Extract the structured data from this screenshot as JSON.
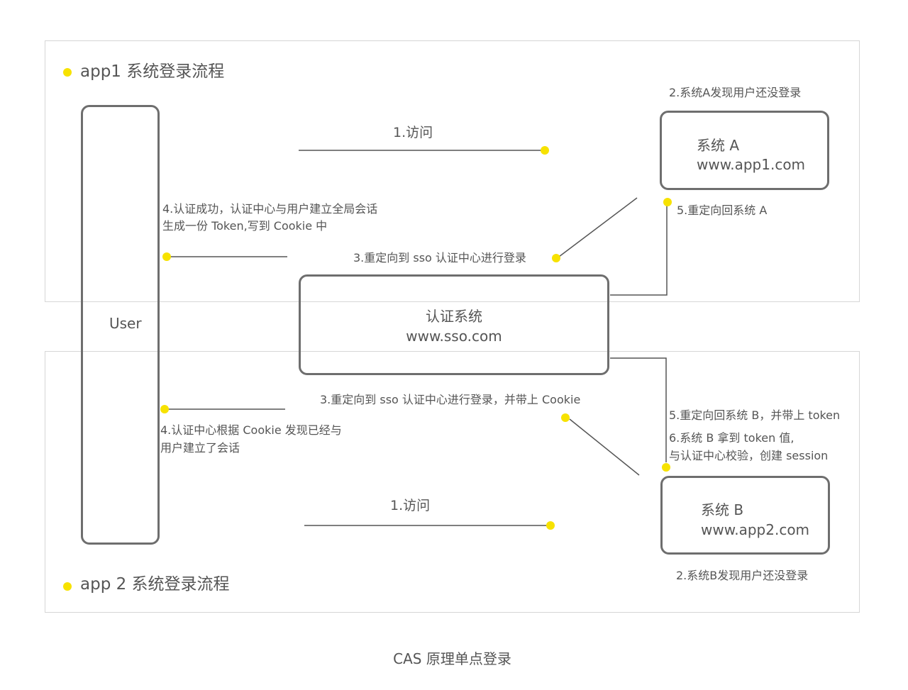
{
  "regions": {
    "app1": {
      "title": "app1 系统登录流程"
    },
    "app2": {
      "title": "app 2 系统登录流程"
    }
  },
  "user": {
    "label": "User"
  },
  "sso": {
    "name": "认证系统",
    "url": "www.sso.com"
  },
  "system_a": {
    "name": "系统 A",
    "url": "www.app1.com"
  },
  "system_b": {
    "name": "系统 B",
    "url": "www.app2.com"
  },
  "flow_app1": {
    "step1": "1.访问",
    "step2": "2.系统A发现用户还没登录",
    "step3": "3.重定向到 sso 认证中心进行登录",
    "step4_line1": "4.认证成功，认证中心与用户建立全局会话",
    "step4_line2": "生成一份 Token,写到 Cookie 中",
    "step5": "5.重定向回系统 A"
  },
  "flow_app2": {
    "step1": "1.访问",
    "step2": "2.系统B发现用户还没登录",
    "step3": "3.重定向到 sso 认证中心进行登录，并带上 Cookie",
    "step4_line1": "4.认证中心根据 Cookie 发现已经与",
    "step4_line2": "用户建立了会话",
    "step5": "5.重定向回系统 B，并带上 token",
    "step6_line1": "6.系统 B 拿到 token 值,",
    "step6_line2": "与认证中心校验，创建 session"
  },
  "caption": "CAS 原理单点登录",
  "colors": {
    "accent_dot": "#f7e200",
    "box_border": "#6e6e6e",
    "region_border": "#d6d6d6",
    "text": "#555555"
  }
}
